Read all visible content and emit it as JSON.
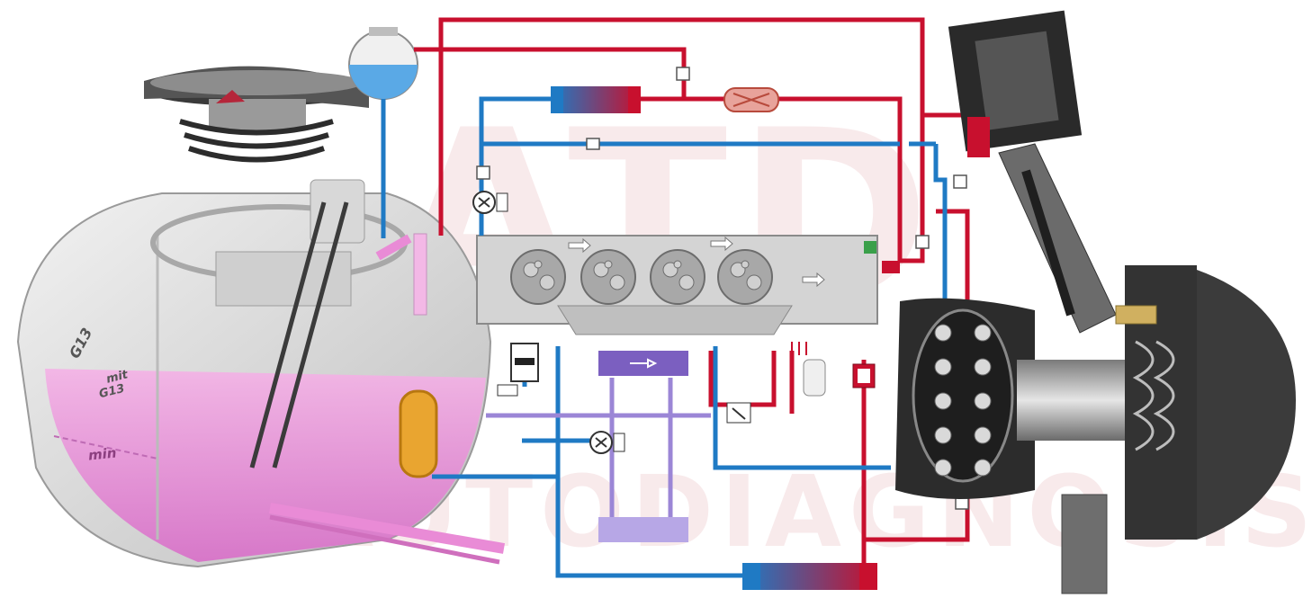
{
  "watermark": {
    "top": "ATD",
    "bottom": "AUTODIAGNOSIS"
  },
  "expansion_tank": {
    "cap_marker": "G13",
    "label_line1": "mit",
    "label_line2": "G13",
    "min_label": "min"
  },
  "colors": {
    "hot": "#c8102e",
    "cold": "#1f7ac4",
    "purple": "#7b5fc0",
    "coolant": "#e98bd6",
    "engine": "#d4d4d4"
  }
}
